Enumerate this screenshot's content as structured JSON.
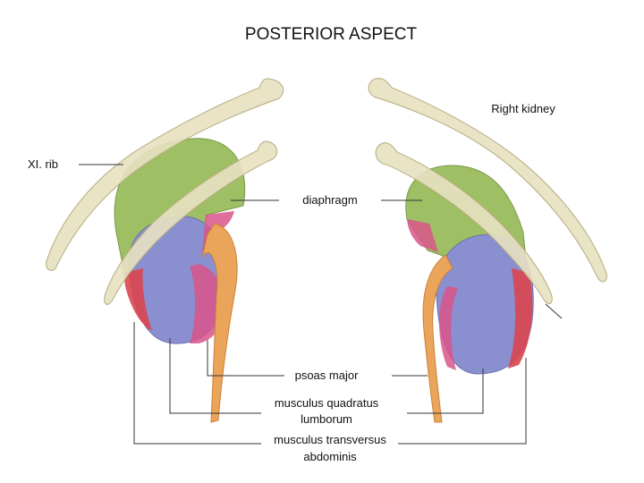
{
  "title": "POSTERIOR ASPECT",
  "labels": {
    "right_kidney": "Right kidney",
    "xi_rib": "XI. rib",
    "diaphragm": "diaphragm",
    "psoas_major": "psoas major",
    "quadratus_line1": "musculus quadratus",
    "quadratus_line2": "lumborum",
    "transversus_line1": "musculus transversus",
    "transversus_line2": "abdominis"
  },
  "colors": {
    "rib": "#e8e2c2",
    "diaphragm": "#9ebf63",
    "kidney": "#8a8fcf",
    "quadratus": "#d8558a",
    "transversus": "#d9454f",
    "psoas": "#eba55a",
    "line": "#333333"
  }
}
